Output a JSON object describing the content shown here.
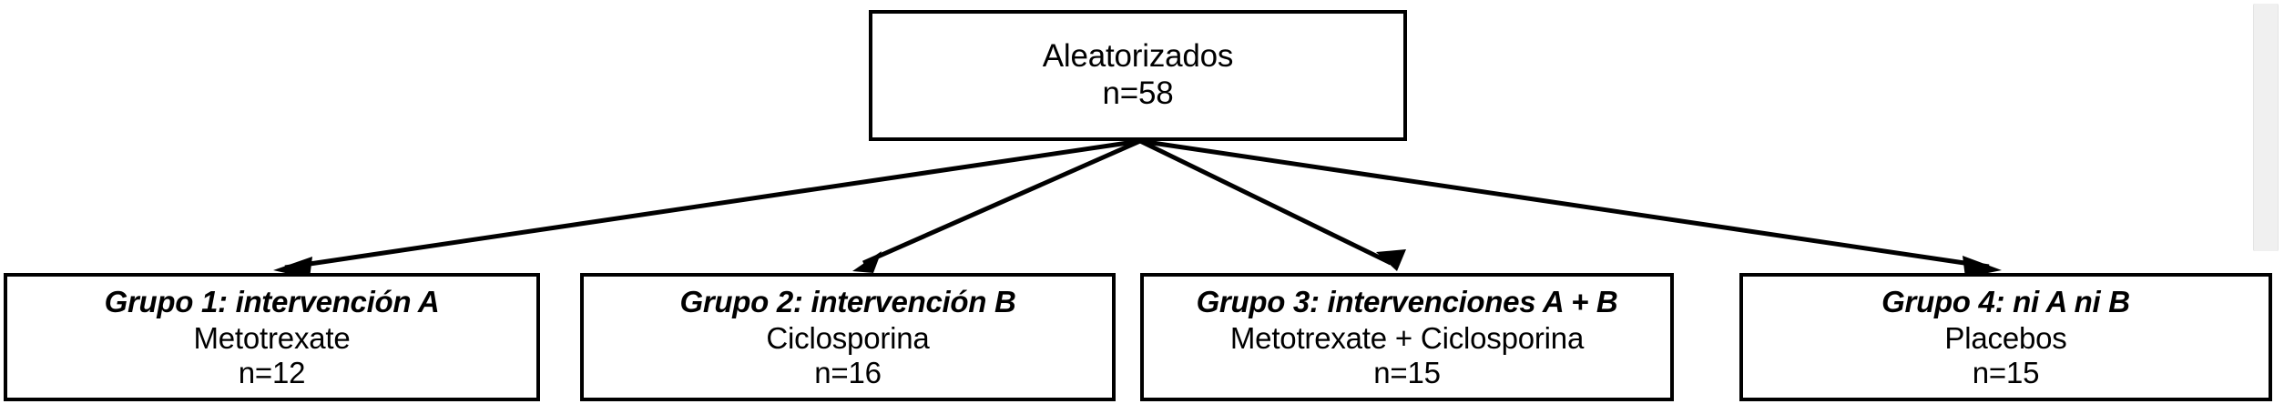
{
  "diagram": {
    "type": "flowchart",
    "language": "es",
    "root": {
      "label": "Aleatorizados",
      "count": "n=58"
    },
    "groups": [
      {
        "title": "Grupo 1: intervención A",
        "detail": "Metotrexate",
        "count": "n=12"
      },
      {
        "title": "Grupo 2: intervención B",
        "detail": "Ciclosporina",
        "count": "n=16"
      },
      {
        "title": "Grupo 3: intervenciones A + B",
        "detail": "Metotrexate + Ciclosporina",
        "count": "n=15"
      },
      {
        "title": "Grupo 4: ni A ni B",
        "detail": "Placebos",
        "count": "n=15"
      }
    ],
    "colors": {
      "stroke": "#000000",
      "fill": "#ffffff",
      "scrollbar": "#f0f0f0"
    }
  }
}
